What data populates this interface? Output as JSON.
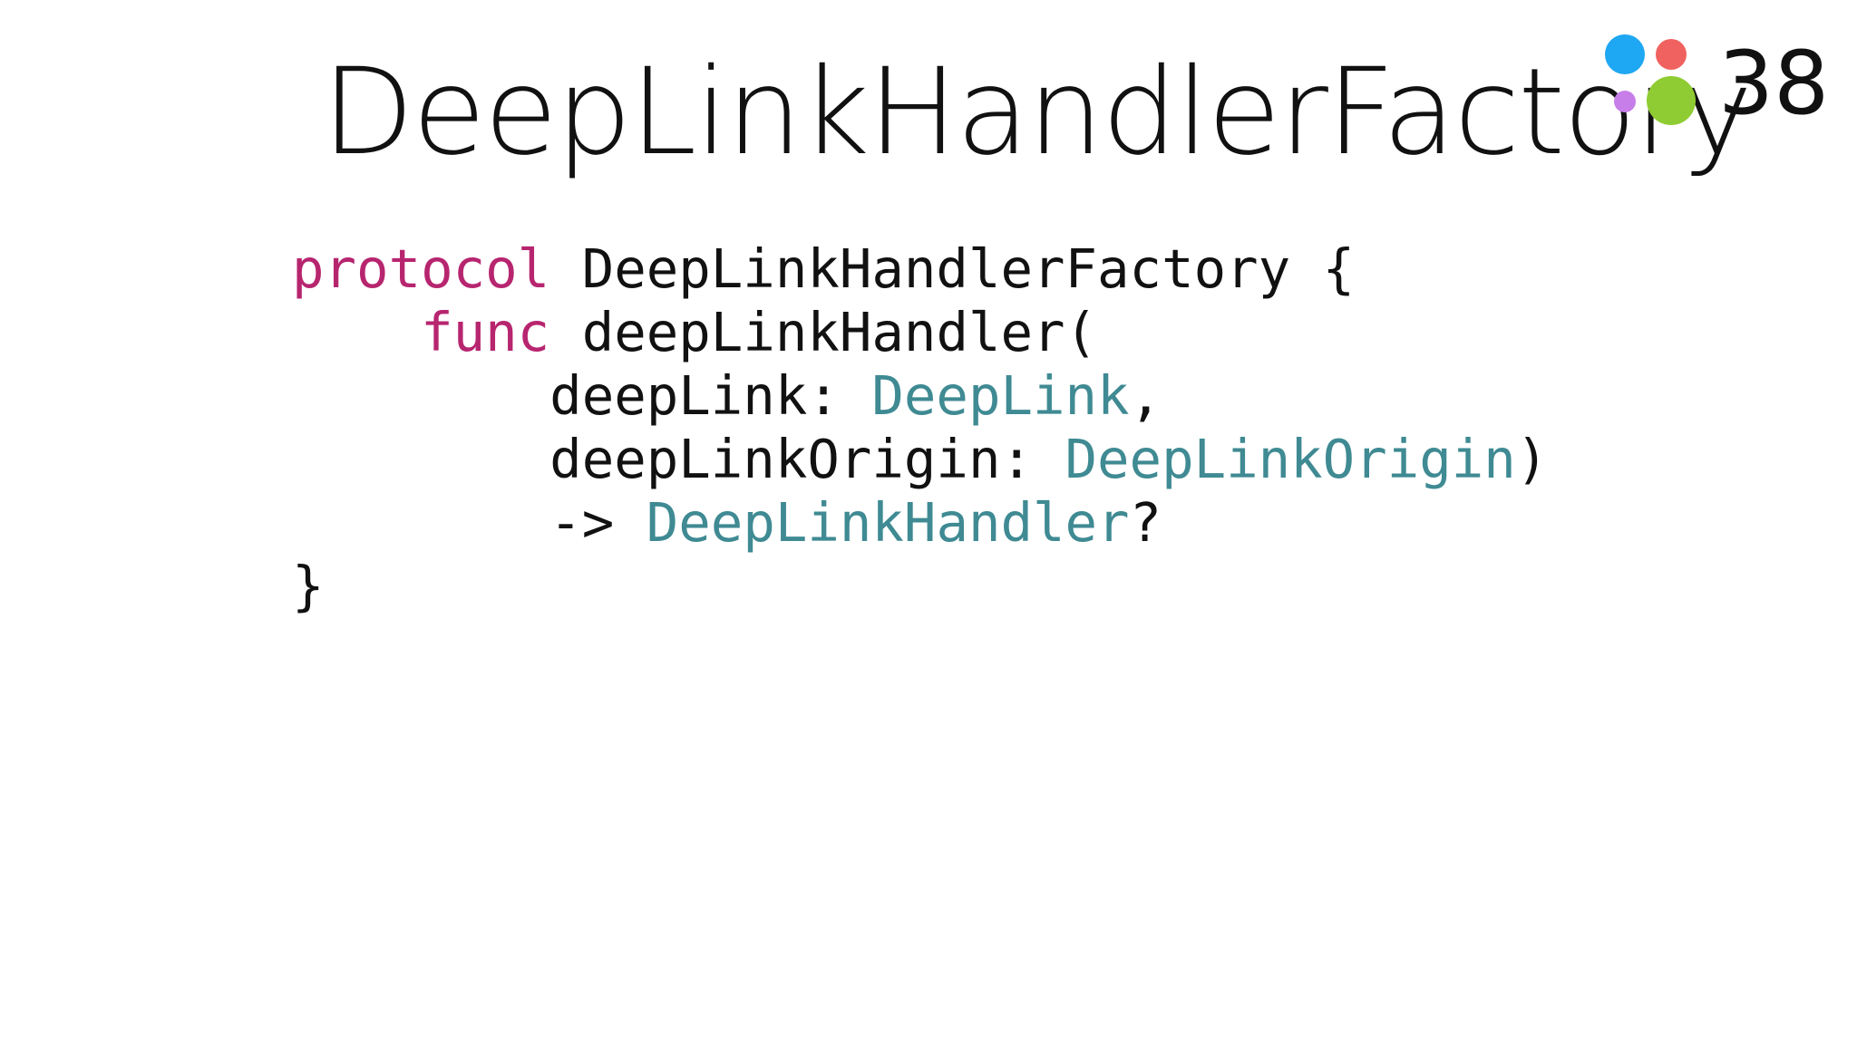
{
  "slide": {
    "title": "DeepLinkHandlerFactory",
    "number": "38",
    "colors": {
      "keyword": "#b7256f",
      "type": "#3f8a93",
      "text": "#111111",
      "logo_blue": "#1ea7f2",
      "logo_red": "#f0625f",
      "logo_purple": "#c77ee8",
      "logo_green": "#8fcc33"
    },
    "logo_icon": "four-dots-logo-icon"
  },
  "code": {
    "line1": {
      "kw": "protocol",
      "rest": " DeepLinkHandlerFactory {"
    },
    "line2": {
      "indent": "    ",
      "kw": "func",
      "rest": " deepLinkHandler("
    },
    "line3": {
      "indent": "        ",
      "param": "deepLink: ",
      "type": "DeepLink",
      "rest": ","
    },
    "line4": {
      "indent": "        ",
      "param": "deepLinkOrigin: ",
      "type": "DeepLinkOrigin",
      "rest": ")"
    },
    "line5": {
      "indent": "        ",
      "arrow": "-> ",
      "type": "DeepLinkHandler",
      "rest": "?"
    },
    "line6": {
      "rest": "}"
    }
  }
}
